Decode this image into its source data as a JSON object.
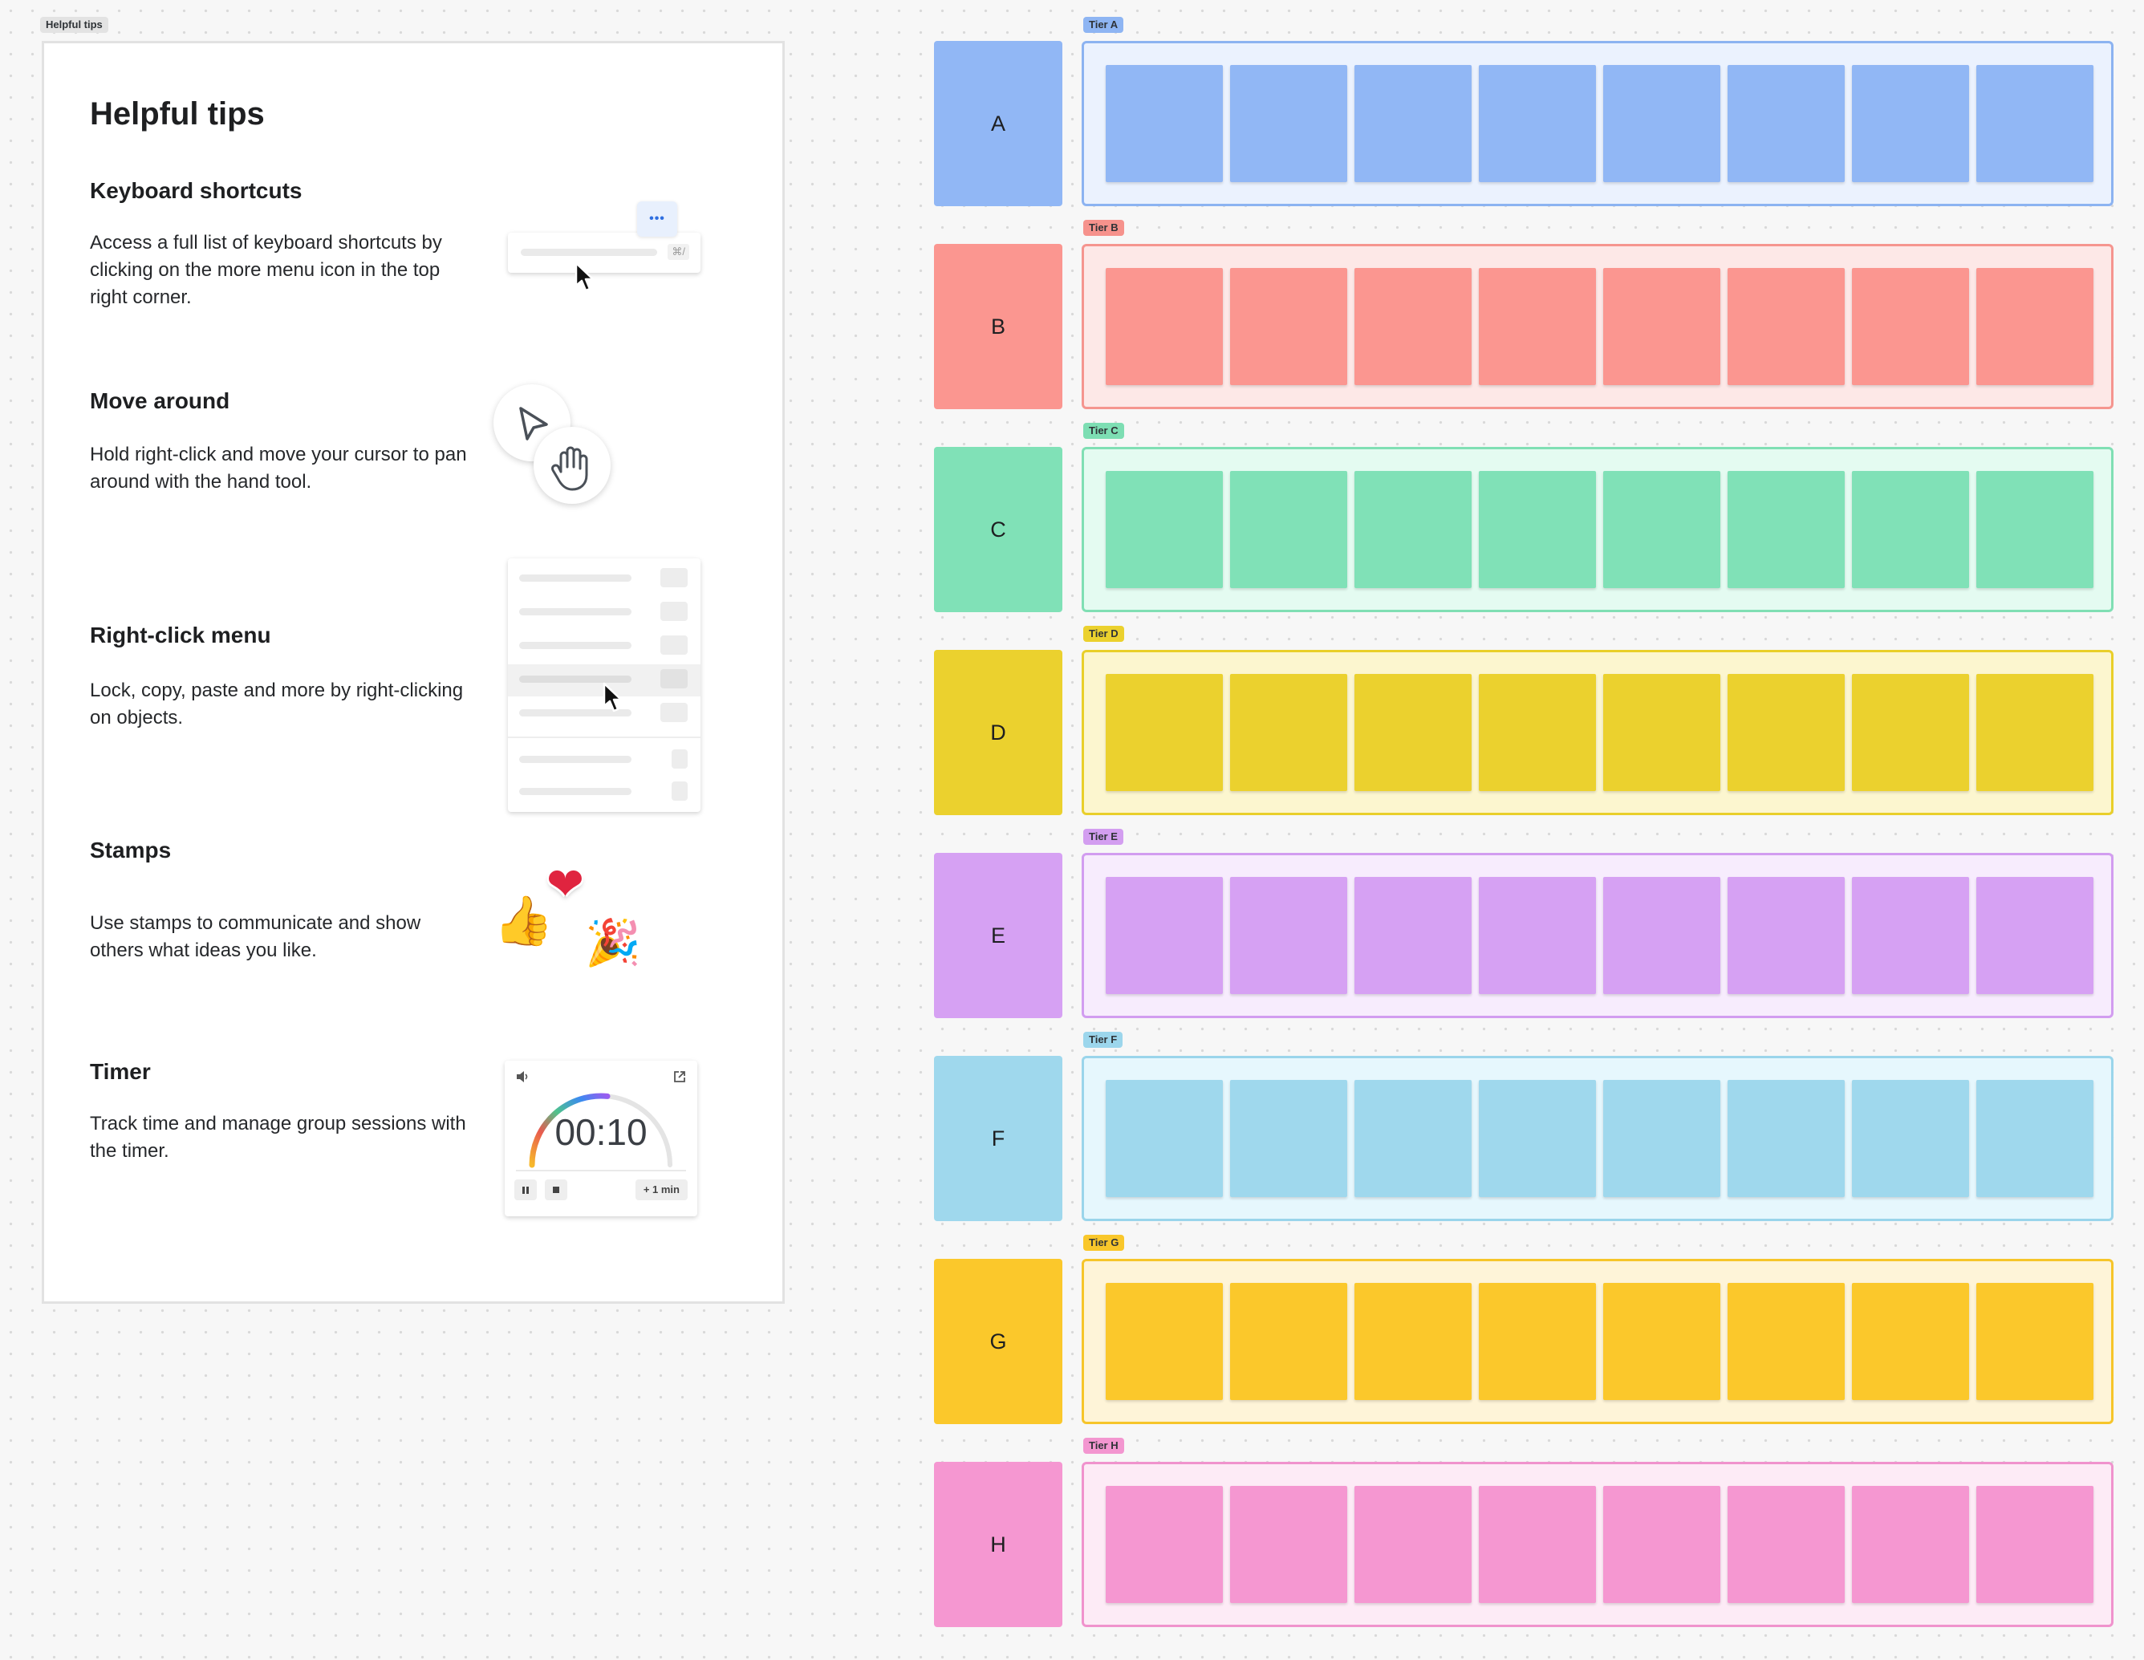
{
  "frame_tag": "Helpful tips",
  "tips": {
    "title": "Helpful tips",
    "items": [
      {
        "title": "Keyboard shortcuts",
        "text": "Access a full list of keyboard shortcuts by clicking on the more menu icon in the top right corner."
      },
      {
        "title": "Move around",
        "text": "Hold right-click and move your cursor to pan around with the hand tool."
      },
      {
        "title": "Right-click menu",
        "text": "Lock, copy, paste and more by right-clicking on objects."
      },
      {
        "title": "Stamps",
        "text": "Use stamps to communicate and show others what ideas you like."
      },
      {
        "title": "Timer",
        "text": "Track time and manage group sessions with the timer."
      }
    ],
    "shortcut_hint": "⌘/",
    "more_menu_glyph": "•••",
    "stamps": {
      "heart": "❤",
      "thumbs": "👍",
      "party": "🎉"
    },
    "timer": {
      "display": "00:10",
      "add_minute": "+ 1 min"
    }
  },
  "tiers": [
    {
      "tag": "Tier A",
      "label": "A",
      "color": "#91b7f5",
      "tint": "#ebf2fe",
      "border": "#8cb3f1",
      "tag_color": "#8eb5f3",
      "stickies": 8
    },
    {
      "tag": "Tier B",
      "label": "B",
      "color": "#fb9690",
      "tint": "#fde8e7",
      "border": "#f5958f",
      "tag_color": "#f6928c",
      "stickies": 8
    },
    {
      "tag": "Tier C",
      "label": "C",
      "color": "#80e1b7",
      "tint": "#e4fbf1",
      "border": "#80dfb4",
      "tag_color": "#7ddeb3",
      "stickies": 8
    },
    {
      "tag": "Tier D",
      "label": "D",
      "color": "#ebd12e",
      "tint": "#fcf6cf",
      "border": "#e9cf2a",
      "tag_color": "#ebd12e",
      "stickies": 8
    },
    {
      "tag": "Tier E",
      "label": "E",
      "color": "#d6a1f3",
      "tint": "#f7ecfd",
      "border": "#d29df0",
      "tag_color": "#d39ef0",
      "stickies": 8
    },
    {
      "tag": "Tier F",
      "label": "F",
      "color": "#9fd8ed",
      "tint": "#e6f7fd",
      "border": "#9ad5eb",
      "tag_color": "#9cd6ec",
      "stickies": 8
    },
    {
      "tag": "Tier G",
      "label": "G",
      "color": "#fbc82b",
      "tint": "#fef4d8",
      "border": "#f6c52a",
      "tag_color": "#f9c72b",
      "stickies": 8
    },
    {
      "tag": "Tier H",
      "label": "H",
      "color": "#f597d1",
      "tint": "#fdebf6",
      "border": "#f093cd",
      "tag_color": "#f396d0",
      "stickies": 8
    }
  ]
}
